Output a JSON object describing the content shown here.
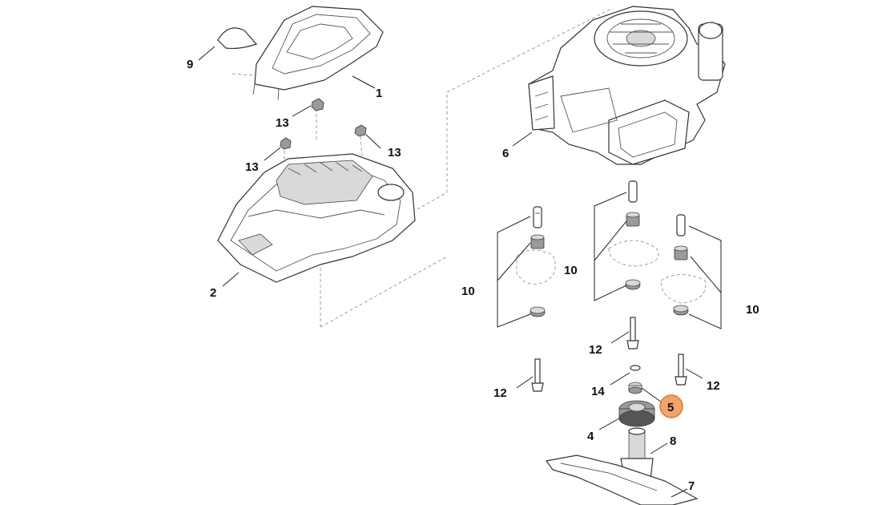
{
  "diagram": {
    "highlight_color": "#f4a46a",
    "highlight_stroke": "#d9782e",
    "callouts": [
      {
        "id": "c9",
        "label": "9"
      },
      {
        "id": "c1",
        "label": "1"
      },
      {
        "id": "c13a",
        "label": "13"
      },
      {
        "id": "c13b",
        "label": "13"
      },
      {
        "id": "c13c",
        "label": "13"
      },
      {
        "id": "c2",
        "label": "2"
      },
      {
        "id": "c6",
        "label": "6"
      },
      {
        "id": "c10a",
        "label": "10"
      },
      {
        "id": "c10b",
        "label": "10"
      },
      {
        "id": "c10c",
        "label": "10"
      },
      {
        "id": "c12a",
        "label": "12"
      },
      {
        "id": "c12b",
        "label": "12"
      },
      {
        "id": "c12c",
        "label": "12"
      },
      {
        "id": "c14",
        "label": "14"
      },
      {
        "id": "c5",
        "label": "5"
      },
      {
        "id": "c4",
        "label": "4"
      },
      {
        "id": "c8",
        "label": "8"
      },
      {
        "id": "c7",
        "label": "7"
      }
    ],
    "icons": [
      "filter-cover-icon",
      "engine-cover-icon",
      "nut-icon",
      "housing-icon",
      "engine-icon",
      "bolt-icon",
      "spacer-icon",
      "washer-icon",
      "blade-adapter-icon",
      "blade-holder-icon",
      "blade-icon"
    ]
  }
}
